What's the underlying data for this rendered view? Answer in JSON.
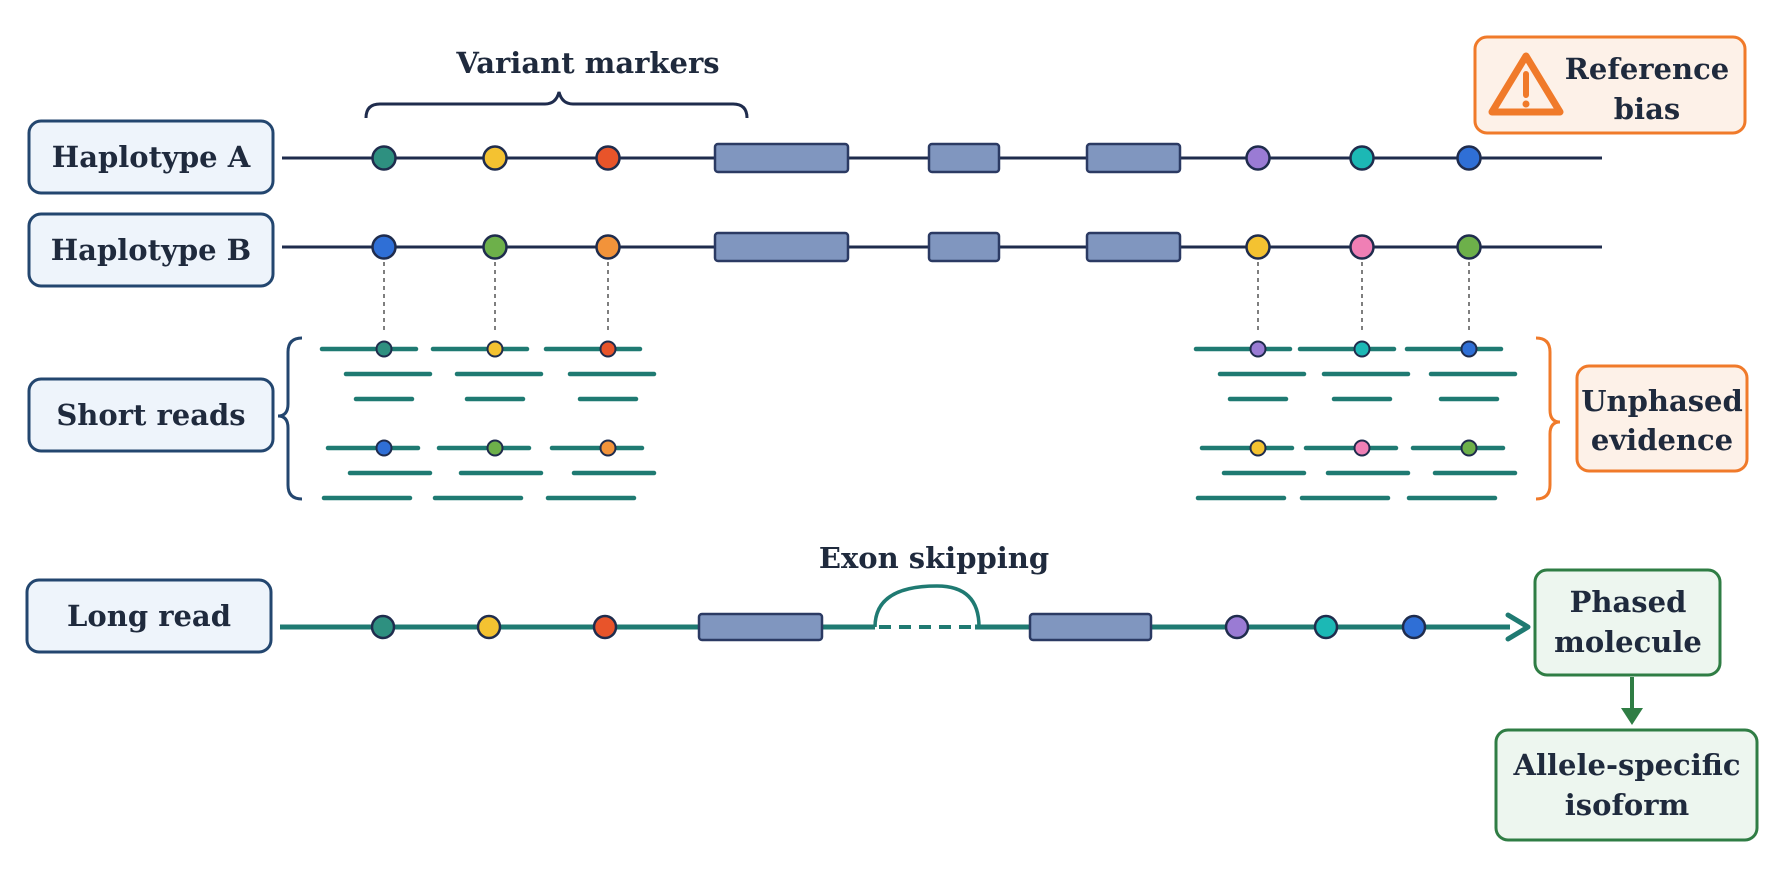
{
  "colors": {
    "navy": "#1f2c4d",
    "teal_read": "#1f7a72",
    "exon_fill": "#8096bf",
    "exon_stroke": "#2b3a63",
    "label_fill": "#eef4fb",
    "label_stroke": "#23466f",
    "orange": "#f07a2a",
    "orange_fill": "#fdf1e8",
    "green": "#2f7d44",
    "green_fill": "#edf6ef",
    "marker_teal": "#2e9080",
    "marker_yellow": "#f4c231",
    "marker_red": "#e8542a",
    "marker_blue": "#2f6fd6",
    "marker_green": "#6db04a",
    "marker_orange": "#f2933a",
    "marker_purple": "#9a7bd4",
    "marker_cyan": "#1cb8b5",
    "marker_pink": "#ef7fb5"
  },
  "labels": {
    "variant_markers": "Variant markers",
    "haplotype_a": "Haplotype A",
    "haplotype_b": "Haplotype B",
    "short_reads": "Short reads",
    "long_read": "Long read",
    "exon_skipping": "Exon skipping"
  },
  "notes": {
    "reference_bias": [
      "Reference",
      "bias"
    ],
    "unphased_evidence": [
      "Unphased",
      "evidence"
    ],
    "phased_molecule": [
      "Phased",
      "molecule"
    ],
    "allele_specific_isoform": [
      "Allele-specific",
      "isoform"
    ]
  },
  "icons": {
    "warning": "warning-triangle-icon",
    "arrow": "arrow-right-icon",
    "arrow_down": "arrow-down-icon"
  },
  "haplotype_a_markers": [
    "teal",
    "yellow",
    "red",
    "purple",
    "cyan",
    "blue"
  ],
  "haplotype_b_markers": [
    "blue",
    "green",
    "orange",
    "yellow",
    "pink",
    "green"
  ],
  "short_read_markers_upper": [
    "teal",
    "yellow",
    "red",
    "purple",
    "cyan",
    "blue"
  ],
  "short_read_markers_lower": [
    "blue",
    "green",
    "orange",
    "yellow",
    "pink",
    "green"
  ],
  "long_read_markers": [
    "teal",
    "yellow",
    "red",
    "purple",
    "cyan",
    "blue"
  ]
}
